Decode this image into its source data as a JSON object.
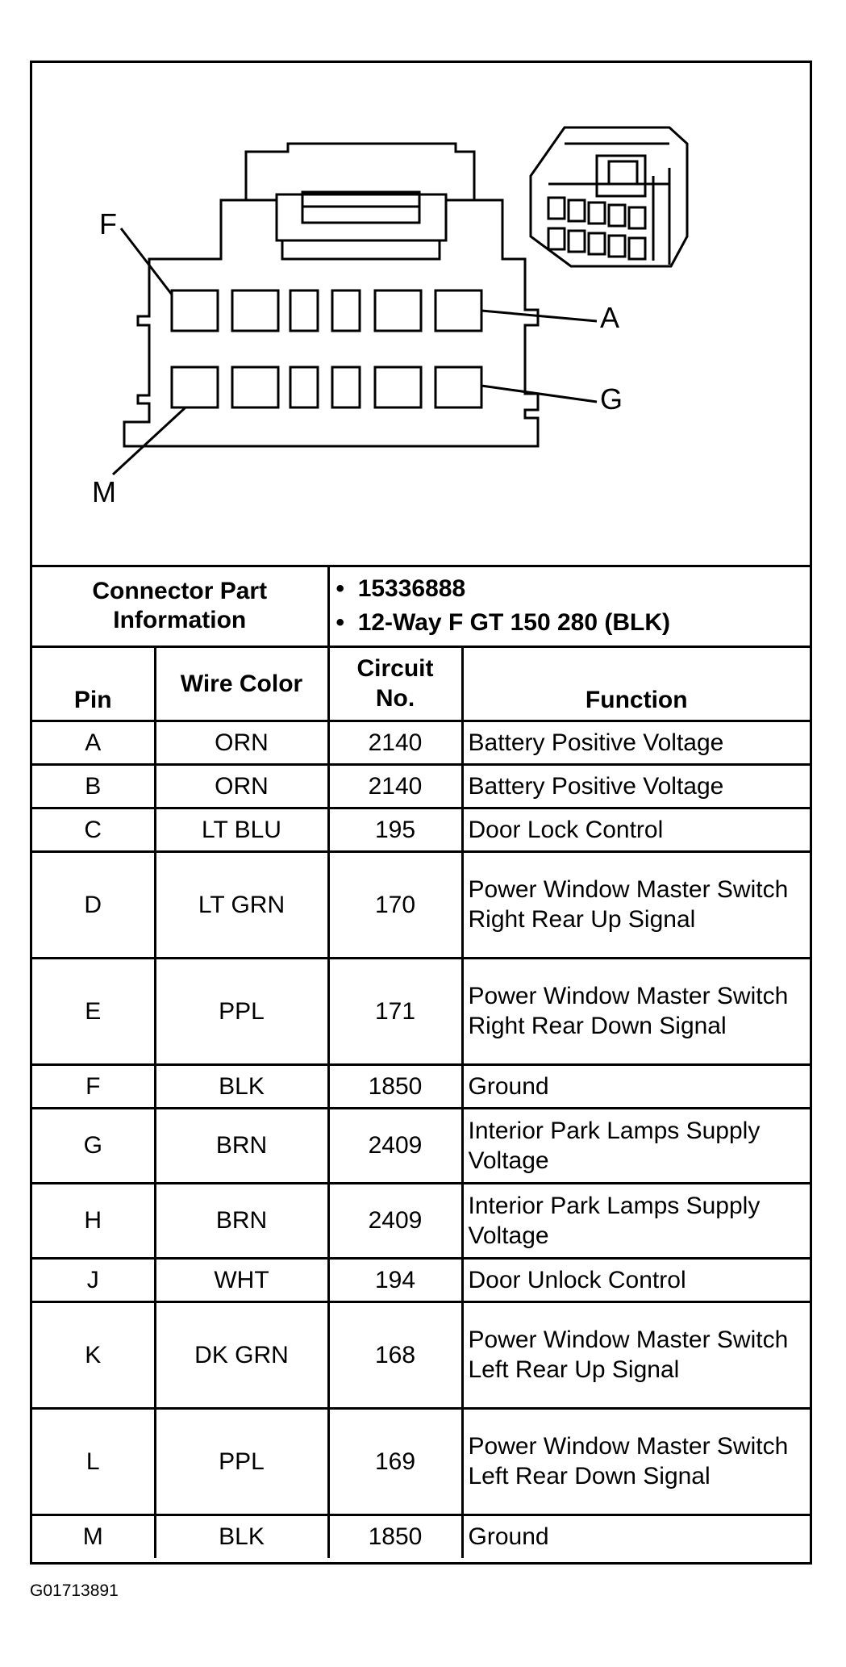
{
  "diagram": {
    "pin_labels": {
      "f": "F",
      "a": "A",
      "g": "G",
      "m": "M"
    }
  },
  "connector_info": {
    "label": "Connector Part Information",
    "items": [
      "15336888",
      "12-Way F GT 150 280 (BLK)"
    ]
  },
  "table": {
    "headers": {
      "pin": "Pin",
      "wire_color": "Wire Color",
      "circuit": "Circuit No.",
      "function": "Function"
    },
    "rows": [
      {
        "pin": "A",
        "wire": "ORN",
        "circuit": "2140",
        "function": "Battery Positive Voltage"
      },
      {
        "pin": "B",
        "wire": "ORN",
        "circuit": "2140",
        "function": "Battery Positive Voltage"
      },
      {
        "pin": "C",
        "wire": "LT BLU",
        "circuit": "195",
        "function": "Door Lock Control"
      },
      {
        "pin": "D",
        "wire": "LT GRN",
        "circuit": "170",
        "function": "Power Window Master Switch Right Rear Up Signal"
      },
      {
        "pin": "E",
        "wire": "PPL",
        "circuit": "171",
        "function": "Power Window Master Switch Right Rear Down Signal"
      },
      {
        "pin": "F",
        "wire": "BLK",
        "circuit": "1850",
        "function": "Ground"
      },
      {
        "pin": "G",
        "wire": "BRN",
        "circuit": "2409",
        "function": "Interior Park Lamps Supply Voltage"
      },
      {
        "pin": "H",
        "wire": "BRN",
        "circuit": "2409",
        "function": "Interior Park Lamps Supply Voltage"
      },
      {
        "pin": "J",
        "wire": "WHT",
        "circuit": "194",
        "function": "Door Unlock Control"
      },
      {
        "pin": "K",
        "wire": "DK GRN",
        "circuit": "168",
        "function": "Power Window Master Switch Left Rear Up Signal"
      },
      {
        "pin": "L",
        "wire": "PPL",
        "circuit": "169",
        "function": "Power Window Master Switch Left Rear Down Signal"
      },
      {
        "pin": "M",
        "wire": "BLK",
        "circuit": "1850",
        "function": "Ground"
      }
    ]
  },
  "figure_id": "G01713891"
}
